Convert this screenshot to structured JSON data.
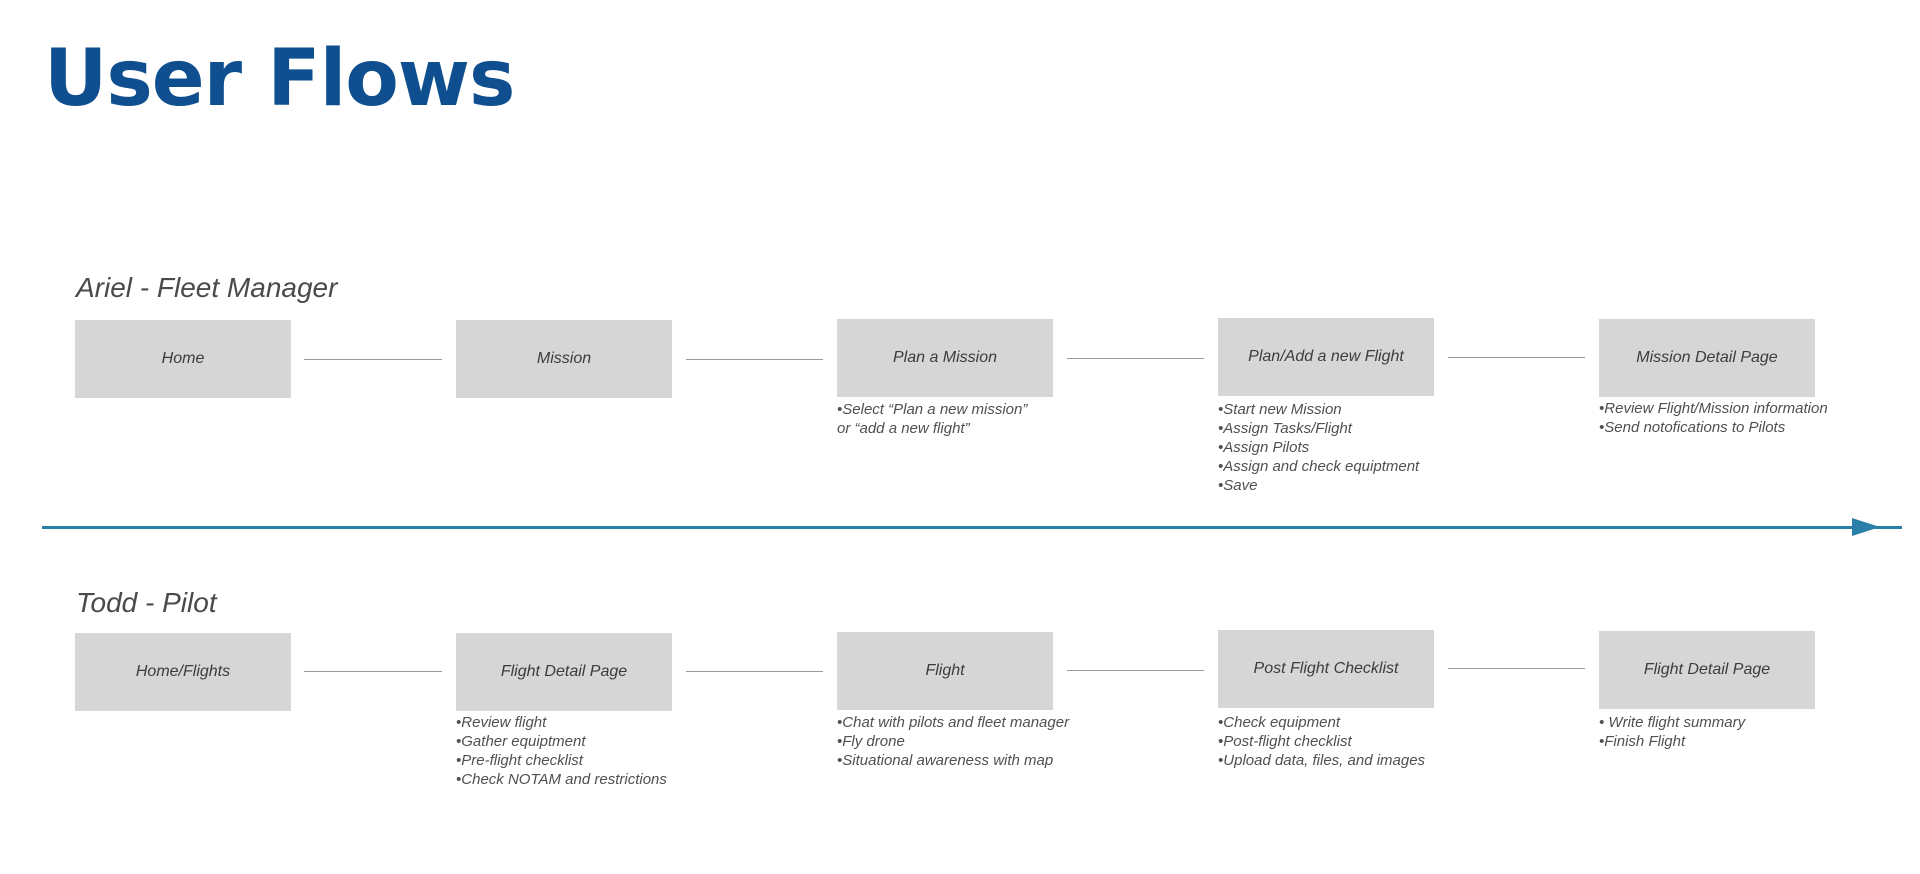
{
  "title": "User Flows",
  "lanes": [
    {
      "persona": "Ariel - Fleet Manager",
      "steps": [
        {
          "label": "Home",
          "notes": []
        },
        {
          "label": "Mission",
          "notes": []
        },
        {
          "label": "Plan a Mission",
          "notes": [
            "Select “Plan a new mission”",
            "or “add a new flight”"
          ]
        },
        {
          "label": "Plan/Add a new Flight",
          "notes": [
            "Start new Mission",
            "Assign Tasks/Flight",
            "Assign Pilots",
            "Assign and check equiptment",
            "Save"
          ]
        },
        {
          "label": "Mission Detail Page",
          "notes": [
            "Review Flight/Mission information",
            "Send notofications to Pilots"
          ]
        }
      ]
    },
    {
      "persona": "Todd - Pilot",
      "steps": [
        {
          "label": "Home/Flights",
          "notes": []
        },
        {
          "label": "Flight Detail Page",
          "notes": [
            "Review flight",
            "Gather equiptment",
            "Pre-flight checklist",
            "Check NOTAM and restrictions"
          ]
        },
        {
          "label": "Flight",
          "notes": [
            "Chat with pilots and fleet manager",
            "Fly drone",
            "Situational awareness with map"
          ]
        },
        {
          "label": "Post Flight Checklist",
          "notes": [
            "Check equipment",
            "Post-flight checklist",
            "Upload data, files, and images"
          ]
        },
        {
          "label": "Flight Detail Page",
          "notes": [
            " Write flight summary",
            "Finish Flight"
          ]
        }
      ]
    }
  ],
  "colors": {
    "title": "#0f4f8f",
    "timeline": "#2a7fa8",
    "box": "#d6d6d6"
  }
}
